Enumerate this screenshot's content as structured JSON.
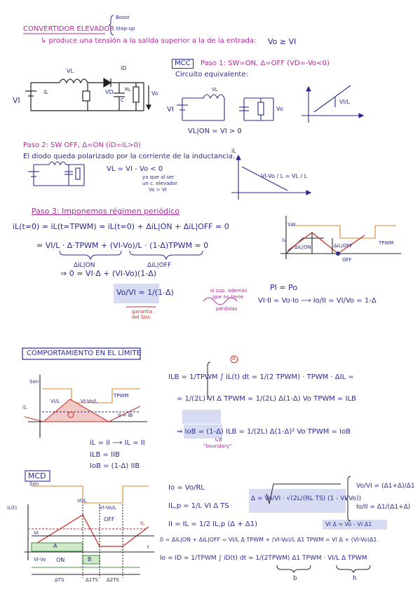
{
  "header": {
    "title": "CONVERTIDOR ELEVADOR",
    "alt1": "Boost",
    "alt2": "Step-up",
    "intro": "↳ produce una tensión a la salida superior a la de la entrada:",
    "intro_eq": "Vo ≥ VI"
  },
  "circuit_main": {
    "VI": "VI",
    "iL": "iL",
    "VL": "VL",
    "iD": "iD",
    "VD": "VD",
    "C": "C",
    "RL": "RL",
    "Vo": "Vo"
  },
  "mcc": {
    "label": "MCC",
    "paso1": "Paso 1: SW=ON, Δ=OFF (VD=-Vo<0)",
    "circuito": "Circuito equivalente:",
    "eq1": "VL|ON = VI > 0",
    "slope1": "VI/L",
    "sw_vi": "VI",
    "sw_vl": "VL",
    "sw_vo": "Vo"
  },
  "paso2": {
    "title": "Paso 2: SW OFF, Δ=ON (iD=iL>0)",
    "line": "El diodo queda polarizado por la corriente de la inductancia.",
    "eq": "VL = VI - Vo < 0",
    "note1": "ya que al ser",
    "note2": "un c. elevador",
    "note3": "Vo > VI",
    "slope": "VI-Vo / L = VL / L",
    "iL": "iL"
  },
  "paso3": {
    "title": "Paso 3: Imponemos régimen periódico",
    "eq1": "iL(t=0) = iL(t=TPWM) = iL(t=0) + ΔiL|ON + ΔiL|OFF = 0",
    "eq2": "= VI/L · Δ·TPWM + (VI-Vo)/L · (1-Δ)TPWM = 0",
    "under1": "ΔiL|ON",
    "under2": "ΔiL|OFF",
    "eq3": "⇒ 0 = VI·Δ + (VI-Vo)(1-Δ)",
    "ratio": "Vo/VI = 1/(1-Δ)",
    "garantia1": "garantía",
    "garantia2": "del Sist.",
    "supuesto1": "si sup. además",
    "supuesto2": "que no tiene",
    "supuesto3": "pérdidas",
    "pow": "PI = Po",
    "pow2": "VI·II = Vo·Io ⟶ Io/II = VI/Vo = 1-Δ",
    "wave_sw": "SW",
    "wave_t": "TPWM",
    "wave_il": "iL",
    "wave_on": "ΔiL|ON",
    "wave_off": "ΔiL|OFF",
    "wave_offlbl": "OFF"
  },
  "limite": {
    "title": "COMPORTAMIENTO EN EL LÍMITE",
    "circ": "A",
    "eq1": "ILB = 1/TPWM ∫ iL(t) dt = 1/(2 TPWM) · TPWM · ΔIL =",
    "eq2": "= 1/(2L) VI Δ TPWM = 1/(2L) Δ(1-Δ) Vo TPWM = ILB",
    "eq3": "⇒ IoB = (1-Δ) ILB = 1/(2L) Δ(1-Δ)² Vo TPWM = IoB",
    "boundary1": "↳B",
    "boundary2": "“boundary”",
    "b1": "iL = iI ⟶ IL = II",
    "b2": "ILB = IIB",
    "b3": "IoB = (1-Δ) IIB",
    "g_son": "Son",
    "g_vi": "VI/L",
    "g_vivo": "VI-Vo/L",
    "g_ii": "II = IB",
    "g_il": "iL",
    "g_t": "TPWM"
  },
  "mcd": {
    "label": "MCD",
    "e1": "Io = Vo/RL",
    "e2": "IL,p = 1/L VI Δ TS",
    "e3": "II = IL = 1/2 IL,p (Δ + Δ1)",
    "delta": "Δ = Vo/VI · √(2L/(RL TS) (1 - VI/Vo))",
    "r1": "Vo/VI = (Δ1+Δ)/Δ1",
    "r2": "Io/II = Δ1/(Δ1+Δ)",
    "viD": "VI Δ = Vo - VI Δ1",
    "e4": "0 = ΔiL|ON + ΔiL|OFF = VI/L Δ TPWM + (VI-Vo)/L Δ1 TPWM = VI Δ + (VI-Vo)Δ1",
    "e5": "Io = ID = 1/TPWM ∫ iD(t) dt = 1/(2TPWM) Δ1 TPWM · VI/L Δ TPWM",
    "lb": "b",
    "lh": "h",
    "g_son": "Son",
    "g_ilt": "iL(t)",
    "g_on": "ON",
    "g_off": "OFF",
    "g_il": "IL",
    "g_vi": "VI",
    "g_vivo": "VI-Vo",
    "g_dts": "ΔTS",
    "g_d1ts": "Δ1TS",
    "g_d2ts": "Δ2TS",
    "g_a": "A",
    "g_b": "B",
    "g_t": "t",
    "g_vil": "VI/L",
    "g_vivol": "VI-Vo/L"
  }
}
